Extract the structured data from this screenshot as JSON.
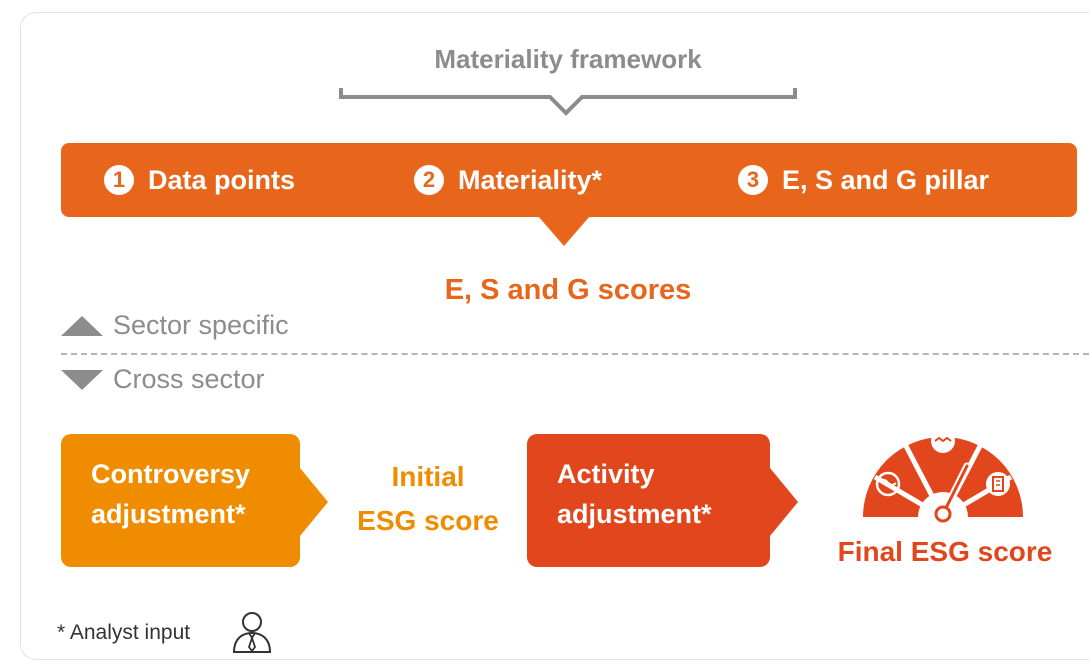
{
  "framework": {
    "title": "Materiality framework"
  },
  "steps": [
    {
      "number": "1",
      "label": "Data points"
    },
    {
      "number": "2",
      "label": "Materiality*"
    },
    {
      "number": "3",
      "label": "E, S and G pillar"
    }
  ],
  "scores_label": "E, S and G scores",
  "sector": {
    "specific": "Sector specific",
    "cross": "Cross sector"
  },
  "controversy": {
    "line1": "Controversy",
    "line2": "adjustment*"
  },
  "initial": {
    "line1": "Initial",
    "line2": "ESG score"
  },
  "activity": {
    "line1": "Activity",
    "line2": "adjustment*"
  },
  "final_label": "Final ESG score",
  "note": "* Analyst input",
  "colors": {
    "orange": "#f08c00",
    "banner": "#e8661b",
    "red": "#e2461c",
    "grey": "#8c8c8c"
  },
  "icons": {
    "gauge": "gauge-icon",
    "analyst": "analyst-icon",
    "environment": "globe-icon",
    "social": "handshake-icon",
    "governance": "building-icon"
  }
}
